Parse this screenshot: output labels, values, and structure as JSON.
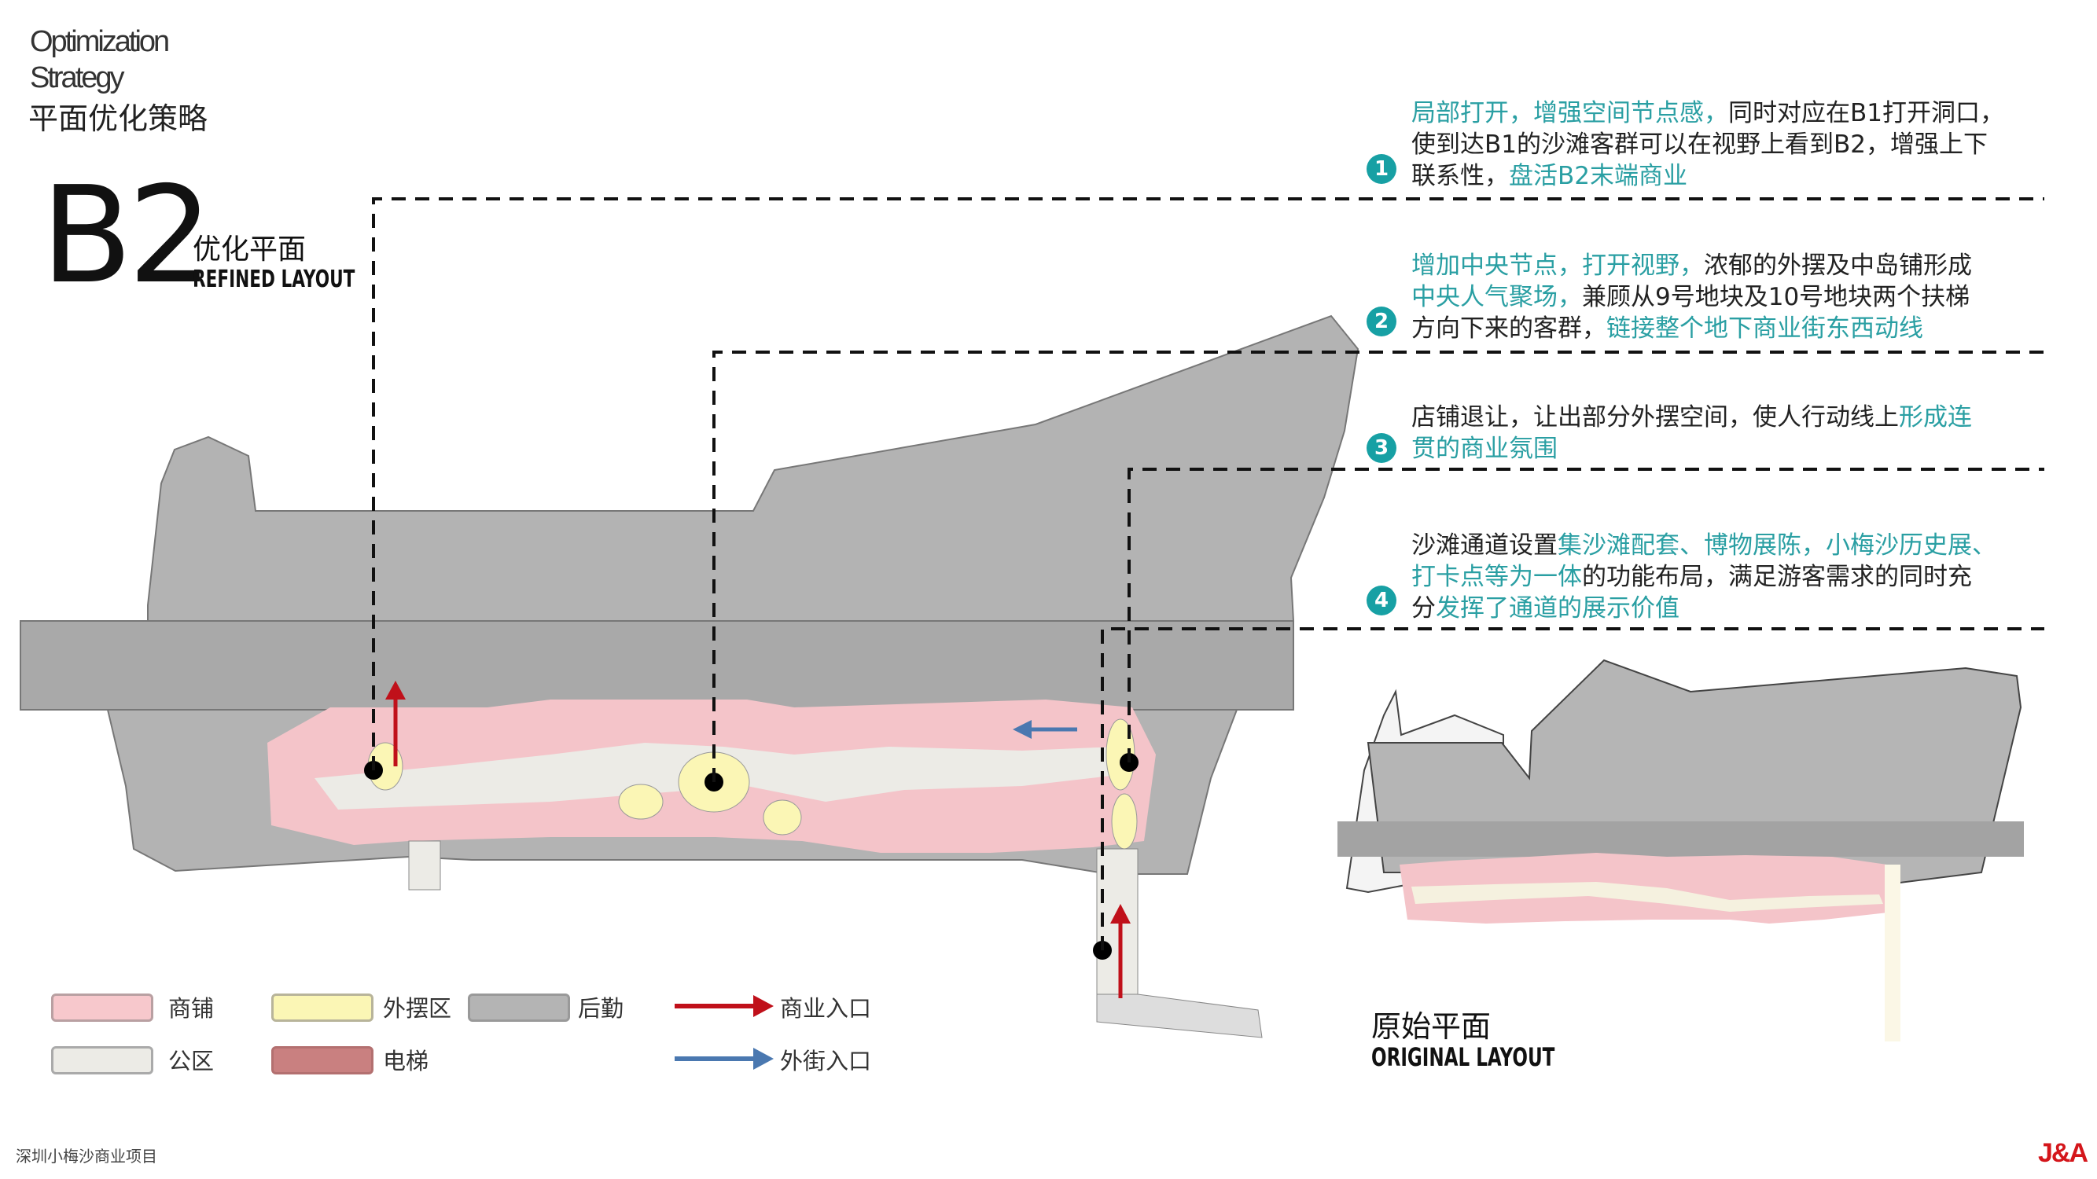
{
  "header": {
    "title_en": "Optimization Strategy",
    "title_cn": "平面优化策略"
  },
  "refined": {
    "level": "B2",
    "title_cn": "优化平面",
    "title_en": "REFINED LAYOUT"
  },
  "notes": [
    {
      "num": "1",
      "lines": [
        [
          {
            "t": "局部打开，增强空间节点感，",
            "hl": true
          },
          {
            "t": "同时对应在B1打开洞口，",
            "hl": false
          }
        ],
        [
          {
            "t": "使到达B1的沙滩客群可以在视野上看到B2，增强上下",
            "hl": false
          }
        ],
        [
          {
            "t": "联系性，",
            "hl": false
          },
          {
            "t": "盘活B2末端商业",
            "hl": true
          }
        ]
      ]
    },
    {
      "num": "2",
      "lines": [
        [
          {
            "t": "增加中央节点，打开视野，",
            "hl": true
          },
          {
            "t": "浓郁的外摆及中岛铺形成",
            "hl": false
          }
        ],
        [
          {
            "t": "中央人气聚场，",
            "hl": true
          },
          {
            "t": "兼顾从9号地块及10号地块两个扶梯",
            "hl": false
          }
        ],
        [
          {
            "t": "方向下来的客群，",
            "hl": false
          },
          {
            "t": "链接整个地下商业街东西动线",
            "hl": true
          }
        ]
      ]
    },
    {
      "num": "3",
      "lines": [
        [
          {
            "t": "店铺退让，让出部分外摆空间，使人行动线上",
            "hl": false
          },
          {
            "t": "形成连",
            "hl": true
          }
        ],
        [
          {
            "t": "贯的商业氛围",
            "hl": true
          }
        ]
      ]
    },
    {
      "num": "4",
      "lines": [
        [
          {
            "t": "沙滩通道设置",
            "hl": false
          },
          {
            "t": "集沙滩配套、博物展陈，小梅沙历史展、",
            "hl": true
          }
        ],
        [
          {
            "t": "打卡点等为一体",
            "hl": true
          },
          {
            "t": "的功能布局，满足游客需求的同时充",
            "hl": false
          }
        ],
        [
          {
            "t": "分",
            "hl": false
          },
          {
            "t": "发挥了通道的展示价值",
            "hl": true
          }
        ]
      ]
    }
  ],
  "legend": {
    "shop": {
      "label": "商铺",
      "color": "#f7c8cc"
    },
    "outdoor": {
      "label": "外摆区",
      "color": "#fbf6b5"
    },
    "logistics": {
      "label": "后勤",
      "color": "#b4b4b4"
    },
    "public": {
      "label": "公区",
      "color": "#ecebe6"
    },
    "elevator": {
      "label": "电梯",
      "color": "#c98080"
    },
    "commercial_entry": {
      "label": "商业入口",
      "color": "#c0101a"
    },
    "street_entry": {
      "label": "外街入口",
      "color": "#4a78b0"
    }
  },
  "original": {
    "title_cn": "原始平面",
    "title_en": "ORIGINAL LAYOUT"
  },
  "footer": {
    "project": "深圳小梅沙商业项目",
    "logo": "J&A"
  },
  "colors": {
    "accent": "#2a9fa3",
    "gray": "#b0b0b0",
    "pink": "#f7c8cc",
    "yellow": "#fbf6b5",
    "public": "#ecebe6"
  }
}
